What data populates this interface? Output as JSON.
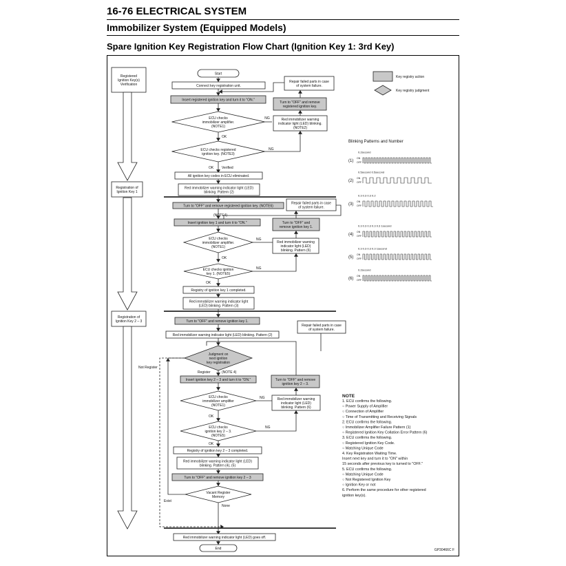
{
  "header": {
    "section": "16-76 ELECTRICAL SYSTEM",
    "subsection": "Immobilizer System (Equipped Models)",
    "chart_title": "Spare Ignition Key Registration Flow Chart (Ignition Key 1: 3rd Key)"
  },
  "phases": [
    [
      "Registered",
      "Ignition Key(s)",
      "Verification"
    ],
    [
      "Registration of",
      "Ignition Key 1"
    ],
    [
      "Registration of",
      "Ignition Key 2 – 3"
    ]
  ],
  "legend": {
    "action": "Key registry action",
    "judgment": "Key registry judgment"
  },
  "flow": {
    "start": "Start",
    "connect": "Connect key registration unit.",
    "insert_reg": "Insert registered ignition key and turn it to \"ON.\"",
    "ecu_amp": [
      "ECU checks",
      "immobilizer amplifier.",
      "(NOTE1)"
    ],
    "ecu_reg_key": [
      "ECU checks registered",
      "ignition key. (NOTE3)"
    ],
    "verified": "Verified",
    "all_erased": "All ignition key codes in ECU eliminated.",
    "red_p2": [
      "Red immobilizer warning indicator light (LED)",
      "blinking. Pattern (2)"
    ],
    "repair1": [
      "Repair failed parts in case",
      "of system failure."
    ],
    "turn_off_reg": [
      "Turn to \"OFF\" and remove",
      "registered ignition key."
    ],
    "red_blink_note2": [
      "Red immobilizer warning",
      "indicator light (LED) blinking.",
      "(NOTE2)"
    ],
    "turn_off_reg_note6": "Turn to \"OFF\" and remove registered ignition key. (NOTE6)",
    "repair2": [
      "Repair failed parts in case",
      "of system failure."
    ],
    "note4a": "(NOTE4)",
    "insert_key1": "Insert ignition key 1 and turn it to \"ON.\"",
    "turn_off_key1": [
      "Turn to \"OFF\" and",
      "remove ignition key 1."
    ],
    "red_p6a": [
      "Red immobilizer warning",
      "indicator light (LED)",
      "blinking. Pattern (6)"
    ],
    "ecu_amp2": [
      "ECU checks",
      "immobilizer amplifier.",
      "(NOTE1)"
    ],
    "ecu_key1": [
      "ECU checks ignition",
      "key 1. (NOTE5)"
    ],
    "reg_key1_done": "Registry of ignition key 1 completed.",
    "red_p3": [
      "Red immobilizer warning indicator light",
      "(LED) blinking. Pattern (3)"
    ],
    "turn_off_remove": "Turn to \"OFF\" and remove ignition key 1.",
    "repair3": [
      "Repair failed parts in case",
      "of system failure."
    ],
    "red_p2b": "Red immobilizer warning indicator light (LED) blinking. Pattern (2)",
    "judgment": [
      "Judgment on",
      "next ignition",
      "key registration"
    ],
    "not_register": "Not Register",
    "register": "Register",
    "note4b": "(NOTE 4)",
    "insert_key23": "Insert ignition key 2 – 3 and turn it to \"ON.\"",
    "turn_off_key23": [
      "Turn to \"OFF\" and remove",
      "ignition key 2 – 3."
    ],
    "ecu_amp3": [
      "ECU checks",
      "immobilizer amplifier",
      "(NOTE1)"
    ],
    "red_p6b": [
      "Red immobilizer warning",
      "indicator light (LED)",
      "blinking. Pattern (6)"
    ],
    "ecu_key23": [
      "ECU checks",
      "ignition key 2 – 3.",
      "(NOTE5)"
    ],
    "reg_key23_done": "Registry of ignition key 2 – 3 completed.",
    "red_p45": [
      "Red immobilizer warning indicator light (LED)",
      "blinking. Pattern (4), (5)"
    ],
    "turn_off_key23b": "Turn to \"OFF\" and remove ignition key 2 – 3",
    "vacant": [
      "Vacant Register",
      "Memory"
    ],
    "exist": "Exist",
    "none": "None",
    "led_off": "Red immobilizer warning indicator light (LED) goes off.",
    "end": "End",
    "ok": "OK",
    "ng": "NG"
  },
  "blink": {
    "title": "Blinking Patterns and Number",
    "patterns": [
      {
        "label": "(1)",
        "timing": "0.2second"
      },
      {
        "label": "(2)",
        "timing": "0.5second  0.5second"
      },
      {
        "label": "(3)",
        "timing": "0.3  0.3 0.3 0.2"
      },
      {
        "label": "(4)",
        "timing": "0.3  0.3 0.3 0.3 0.3  1second"
      },
      {
        "label": "(5)",
        "timing": "0.3 0.3 0.3 0.3  1second"
      },
      {
        "label": "(6)",
        "timing": "0.2second"
      }
    ],
    "on": "ON",
    "off": "OFF"
  },
  "notes": {
    "title": "NOTE",
    "lines": [
      "1. ECU confirms the following.",
      "    ○ Power Supply of Amplifier",
      "    ○ Connection of Amplifier",
      "    ○ Time of Transmitting and Receiving Signals",
      "2. ECU confirms the following.",
      "    ○ Immobilizer Amplifier Failure Pattern (1)",
      "    ○ Registered Ignition Key Collation Error Pattern (6)",
      "3. ECU confirms the following.",
      "    ○ Registered Ignition Key Code.",
      "    ○ Matching Unique Code",
      "4. Key Registration Waiting Time.",
      "    Insert next key and turn it to \"ON\" within",
      "    15 seconds after previous key is turned to \"OFF.\"",
      "5. ECU confirms the following.",
      "    ○ Matching Unique Code",
      "    ○ Not Registered Ignition Key",
      "    ○ Ignition Key or not",
      "6. Perform the same procedure for other registered",
      "    ignition key(s)."
    ]
  },
  "figure_code": "GP30466C  F",
  "colors": {
    "action_fill": "#c8c8c8",
    "line": "#222222"
  }
}
